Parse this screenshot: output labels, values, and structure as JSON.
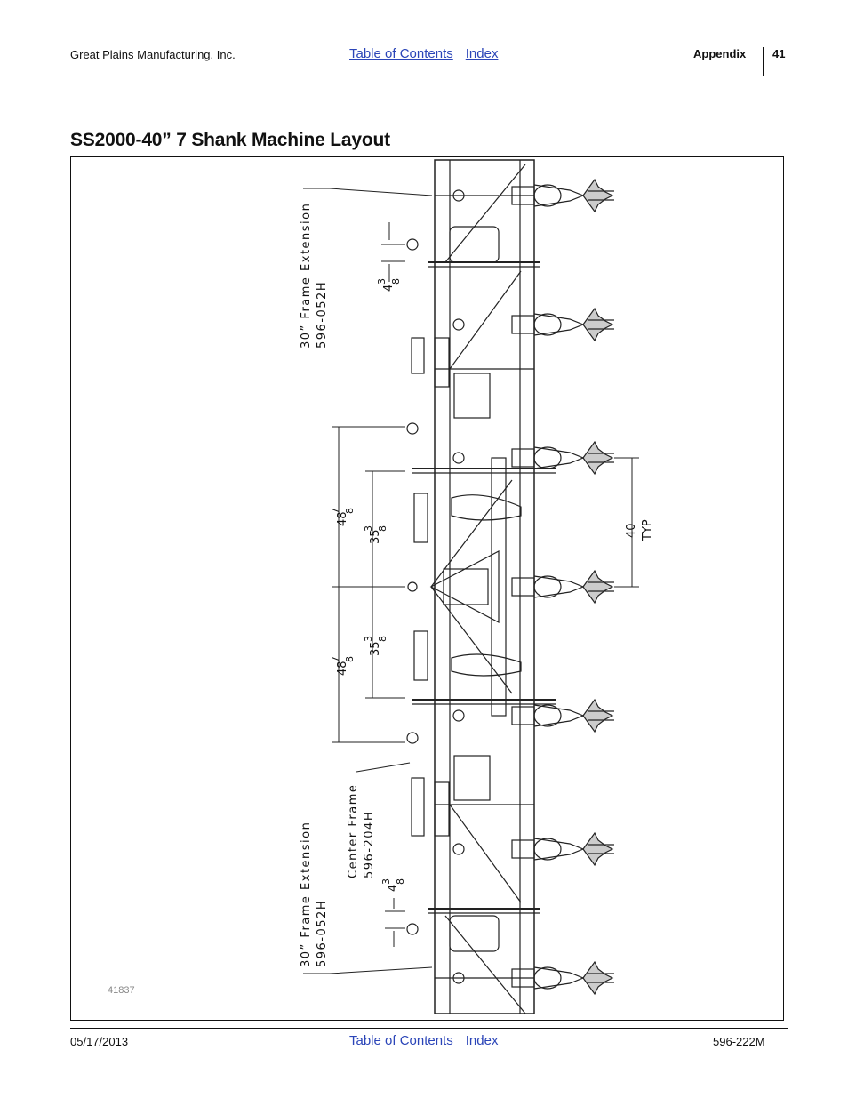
{
  "header": {
    "company": "Great Plains Manufacturing, Inc.",
    "toc_link": "Table of Contents",
    "index_link": "Index",
    "section": "Appendix",
    "page_number": "41"
  },
  "title": "SS2000-40” 7 Shank Machine Layout",
  "figure": {
    "figure_number": "41837",
    "labels": {
      "top_ext_line1": "30” Frame Extension",
      "top_ext_line2": "596-052H",
      "bottom_ext_line1": "30” Frame Extension",
      "bottom_ext_line2": "596-052H",
      "center_line1": "Center Frame",
      "center_line2": "596-204H",
      "typ_value": "40",
      "typ_label": "TYP",
      "dim_48_whole": "48",
      "dim_35_whole": "35",
      "dim_4_whole": "4",
      "frac_7": "7",
      "frac_3": "3",
      "frac_8": "8"
    }
  },
  "footer": {
    "date": "05/17/2013",
    "toc_link": "Table of Contents",
    "index_link": "Index",
    "part_number": "596-222M"
  }
}
